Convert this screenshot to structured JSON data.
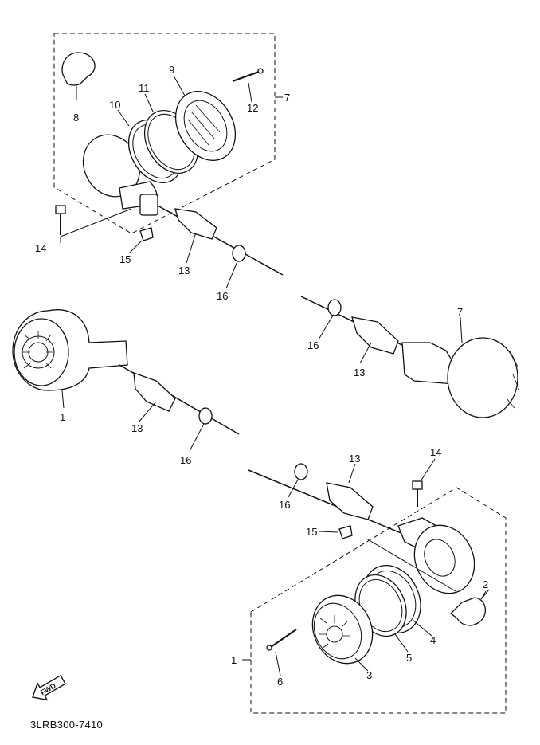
{
  "callouts": [
    "1",
    "2",
    "3",
    "4",
    "5",
    "6",
    "7",
    "8",
    "9",
    "10",
    "11",
    "12",
    "13",
    "14",
    "15",
    "16"
  ],
  "fwd_label": "FWD",
  "diagram_code": "3LRB300-7410",
  "icons": {
    "fwd_arrow": "fwd-arrow-icon"
  }
}
